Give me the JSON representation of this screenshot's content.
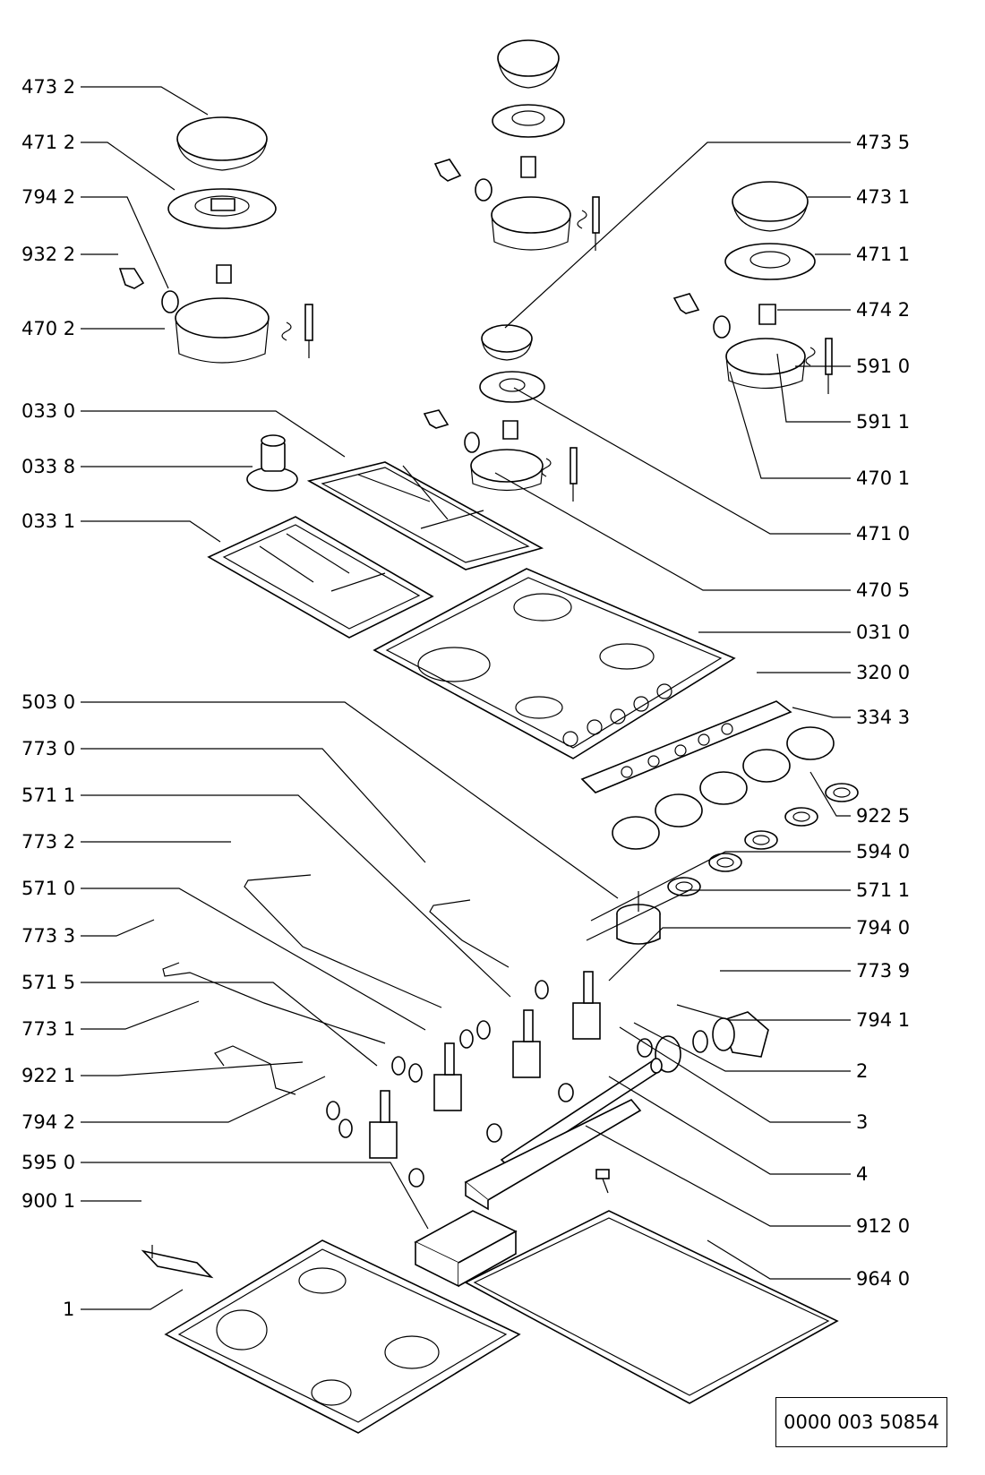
{
  "document_number": "0000 003 50854",
  "labels_left": [
    "473 2",
    "471 2",
    "794 2",
    "932 2",
    "470 2",
    "033 0",
    "033 8",
    "033 1",
    "503 0",
    "773 0",
    "571 1",
    "773 2",
    "571 0",
    "773 3",
    "571 5",
    "773 1",
    "922 1",
    "794 2",
    "595 0",
    "900 1",
    "1"
  ],
  "labels_right": [
    "473 5",
    "473 1",
    "471 1",
    "474 2",
    "591 0",
    "591 1",
    "470 1",
    "471 0",
    "470 5",
    "031 0",
    "320 0",
    "334 3",
    "922 5",
    "594 0",
    "571 1",
    "794 0",
    "773 9",
    "794 1",
    "2",
    "3",
    "4",
    "912 0",
    "964 0"
  ]
}
